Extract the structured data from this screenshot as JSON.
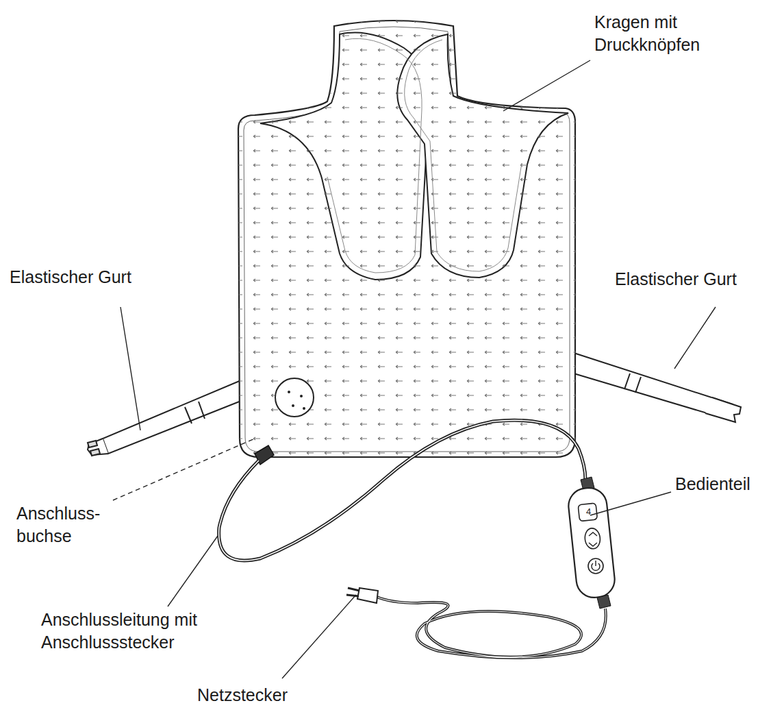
{
  "diagram": {
    "labels": [
      "Kragen mit Druckknöpfen",
      "Elastischer Gurt",
      "Elastischer Gurt",
      "Bedienteil",
      "Anschluss- buchse",
      "Anschlussleitung mit Anschlussstecker",
      "Netzstecker",
      "4"
    ]
  }
}
